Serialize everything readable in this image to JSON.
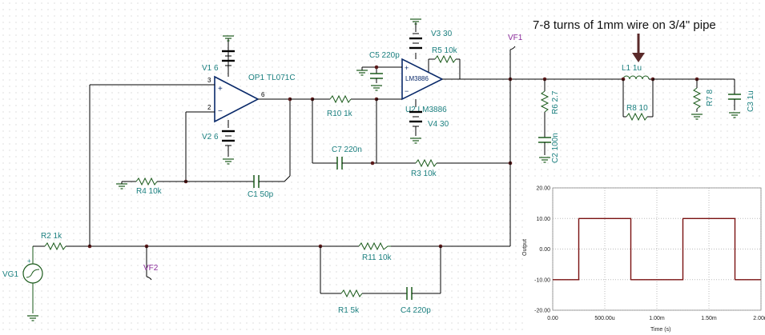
{
  "annotation": "7-8 turns of 1mm wire on 3/4\" pipe",
  "opamp1": {
    "ref": "OP1",
    "value": "TL071C",
    "pin3": "3",
    "pin2": "2",
    "pin6": "6"
  },
  "opamp2": {
    "label": "LM3886",
    "ref_value": "U2 LM3886"
  },
  "sources": {
    "v1": "V1 6",
    "v2": "V2 6",
    "v3": "V3 30",
    "v4": "V4 30",
    "vg1": "VG1"
  },
  "probes": {
    "vf1": "VF1",
    "vf2": "VF2"
  },
  "components": {
    "r1": "R1 5k",
    "r2": "R2 1k",
    "r3": "R3 10k",
    "r4": "R4 10k",
    "r5": "R5 10k",
    "r6": "R6 2.7",
    "r7": "R7 8",
    "r8": "R8 10",
    "r10": "R10 1k",
    "r11": "R11 10k",
    "c1": "C1 50p",
    "c2": "C2 100n",
    "c3": "C3 1u",
    "c4": "C4 220p",
    "c5": "C5 220p",
    "c7": "C7 220n",
    "l1": "L1 1u"
  },
  "chart_data": {
    "type": "line",
    "xlabel": "Time (s)",
    "ylabel": "Output",
    "x_ticks": [
      "0.00",
      "500.00u",
      "1.00m",
      "1.50m",
      "2.00m"
    ],
    "y_ticks": [
      "20.00",
      "10.00",
      "0.00",
      "-10.00",
      "-20.00"
    ],
    "xlim": [
      0,
      0.002
    ],
    "ylim": [
      -20,
      20
    ],
    "grid": true,
    "series": [
      {
        "color": "#7a1010",
        "x": [
          0,
          0.00025,
          0.00025,
          0.000248,
          0.000252,
          0.00075,
          0.00075,
          0.000748,
          0.000752,
          0.00125,
          0.00125,
          0.001248,
          0.001252,
          0.00175,
          0.00175,
          0.001748,
          0.001752,
          0.002
        ],
        "y": [
          -10,
          -10,
          10,
          10,
          10,
          10,
          -10,
          -10,
          -10,
          -10,
          10,
          10,
          10,
          10,
          -10,
          -10,
          -10,
          -10
        ]
      }
    ]
  }
}
